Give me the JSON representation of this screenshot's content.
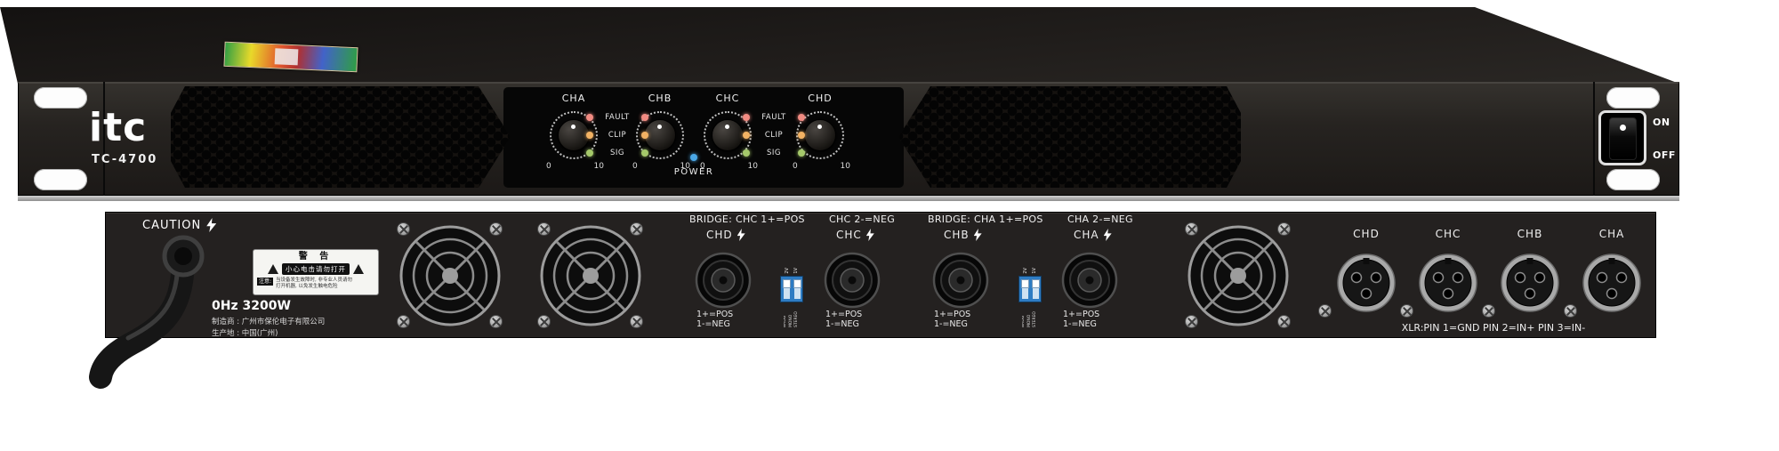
{
  "colors": {
    "led_fault": "#f28b82",
    "led_clip": "#f2b263",
    "led_sig": "#a5c96a",
    "led_power": "#4aa8e8",
    "dip_blue": "#2e7cc3",
    "panel": "#242120"
  },
  "front": {
    "logo": "itc",
    "model": "TC-4700",
    "channels": [
      "CHA",
      "CHB",
      "CHC",
      "CHD"
    ],
    "led_labels": [
      "FAULT",
      "CLIP",
      "SIG"
    ],
    "knob": {
      "min": "0",
      "max": "10"
    },
    "power_label": "POWER",
    "switch": {
      "on": "ON",
      "off": "OFF"
    }
  },
  "rear": {
    "caution": "CAUTION",
    "power_rating": "0Hz 3200W",
    "maker_line1": "制造商 : 广州市保伦电子有限公司",
    "maker_line2": "生产地 : 中国(广州)",
    "warning": {
      "title": "警 告",
      "line": "小心电击请勿打开",
      "note_label": "注意:",
      "note1": "当设备发生故障时, 非专业人员请勿",
      "note2": "打开机器, 以免发生触电危险"
    },
    "groups": [
      {
        "bridge_left": "BRIDGE: CHC 1+=POS",
        "bridge_right": "CHC 2-=NEG",
        "ch_left": "CHD",
        "ch_right": "CHC",
        "pin_pos": "1+=POS",
        "pin_neg": "1-=NEG"
      },
      {
        "bridge_left": "BRIDGE: CHA 1+=POS",
        "bridge_right": "CHA 2-=NEG",
        "ch_left": "CHB",
        "ch_right": "CHA",
        "pin_pos": "1+=POS",
        "pin_neg": "1-=NEG"
      }
    ],
    "dip": {
      "top": [
        "2V",
        "1V"
      ],
      "side": [
        "BRDG",
        "MONO",
        "STEREO"
      ]
    },
    "xlr_channels": [
      "CHD",
      "CHC",
      "CHB",
      "CHA"
    ],
    "xlr_note": "XLR:PIN 1=GND PIN 2=IN+ PIN 3=IN-"
  }
}
